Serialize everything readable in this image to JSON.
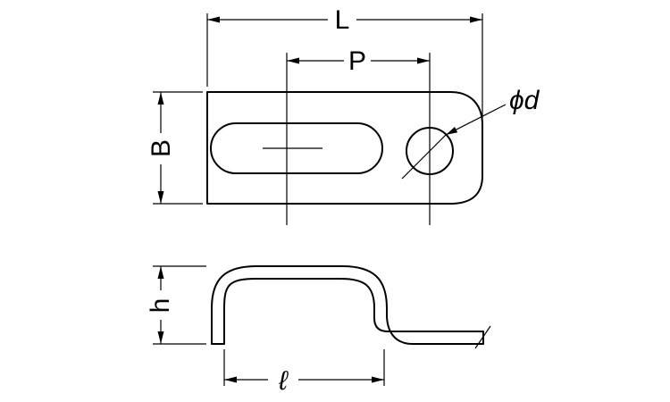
{
  "labels": {
    "overall_length": "L",
    "hole_pitch": "P",
    "strap_width": "B",
    "hole_diameter": "ϕd",
    "saddle_height": "h",
    "saddle_base_length": "ℓ"
  },
  "colors": {
    "line": "#000000",
    "background": "#ffffff"
  }
}
